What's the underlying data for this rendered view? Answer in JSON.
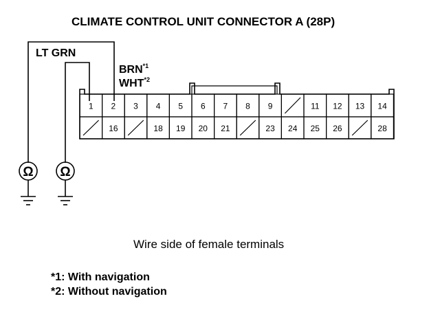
{
  "title": "CLIMATE CONTROL UNIT CONNECTOR A (28P)",
  "wire_labels": {
    "lt_grn": "LT GRN",
    "brn": "BRN",
    "brn_mark": "*1",
    "wht": "WHT",
    "wht_mark": "*2"
  },
  "connector": {
    "top_row": [
      "1",
      "2",
      "3",
      "4",
      "5",
      "6",
      "7",
      "8",
      "9",
      "",
      "11",
      "12",
      "13",
      "14"
    ],
    "bottom_row": [
      "",
      "16",
      "",
      "18",
      "19",
      "20",
      "21",
      "",
      "23",
      "24",
      "25",
      "26",
      "",
      "28"
    ]
  },
  "meters": {
    "left_symbol": "Ω",
    "right_symbol": "Ω"
  },
  "caption": "Wire side of female terminals",
  "notes": [
    "*1: With navigation",
    "*2: Without navigation"
  ]
}
